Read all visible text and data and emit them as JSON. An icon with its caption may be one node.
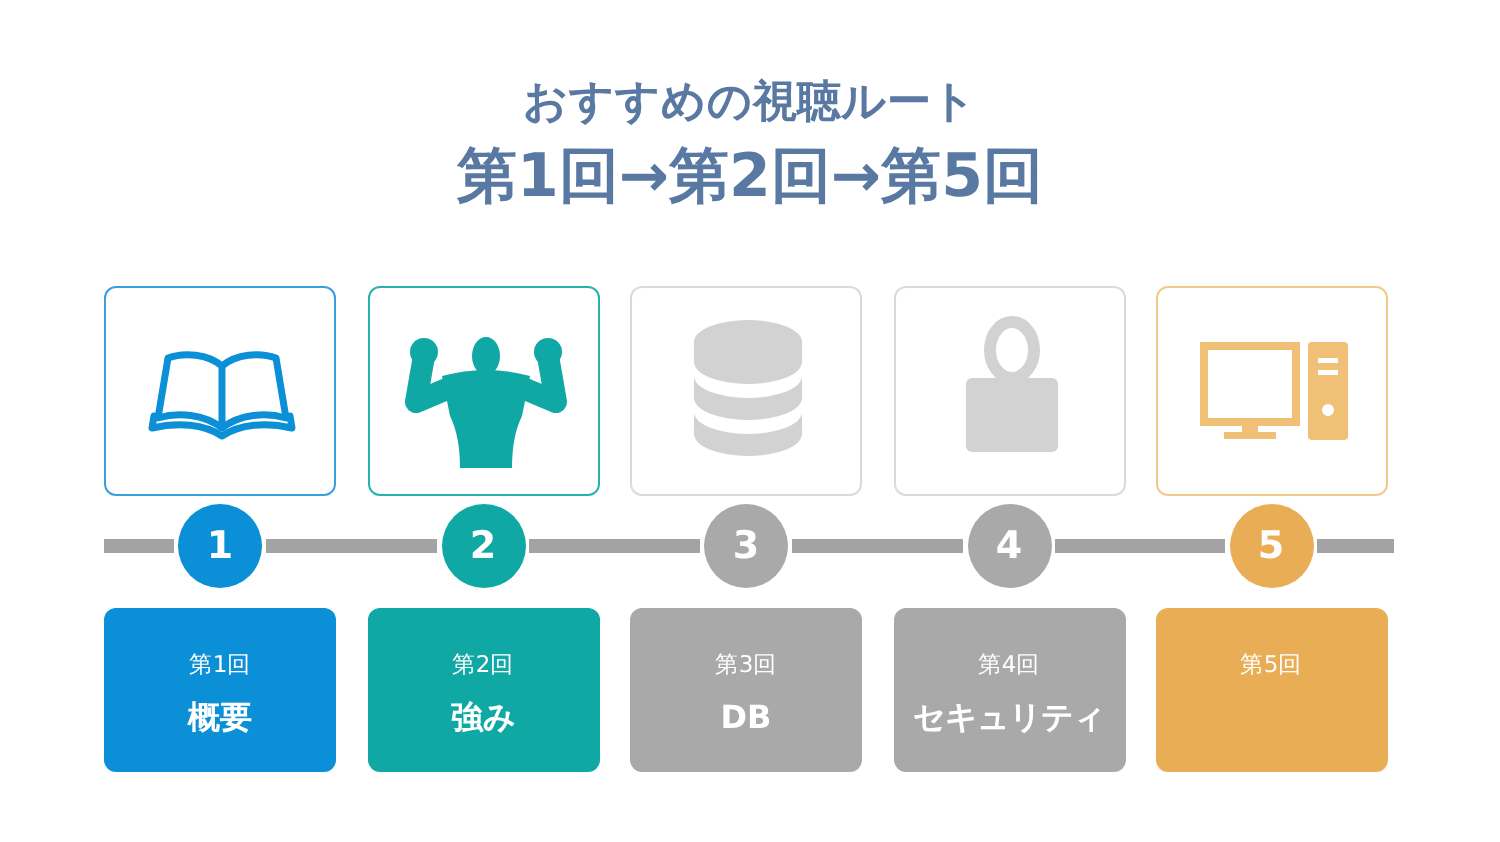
{
  "diagram": {
    "title": "おすすめの視聴ルート",
    "nodes": [
      {
        "text": [],
        "shape": "box"
      },
      {
        "text": [],
        "shape": "box"
      },
      {
        "text": [],
        "shape": "box"
      },
      {
        "text": [],
        "shape": "box"
      },
      {
        "text": [],
        "shape": "box"
      },
      {
        "text": [
          "1"
        ]
      },
      {
        "text": [
          "2"
        ]
      },
      {
        "text": [
          "3"
        ]
      },
      {
        "text": [
          "4"
        ]
      },
      {
        "text": [
          "5"
        ]
      },
      {
        "text": [
          "第1回",
          "概要"
        ]
      },
      {
        "text": [
          "第2回",
          "強み"
        ]
      },
      {
        "text": [
          "第3回",
          "DB"
        ]
      },
      {
        "text": [
          "第4回",
          "セキュリティ"
        ]
      },
      {
        "text": [
          "第5回"
        ]
      }
    ],
    "edges": [
      {
        "from": 5,
        "to": 6,
        "arrow": "none"
      },
      {
        "from": 6,
        "to": 7,
        "arrow": "none"
      },
      {
        "from": 7,
        "to": 8,
        "arrow": "none"
      },
      {
        "from": 8,
        "to": 9,
        "arrow": "none"
      }
    ],
    "labels": [
      "第1回→第2回→第5回"
    ]
  }
}
